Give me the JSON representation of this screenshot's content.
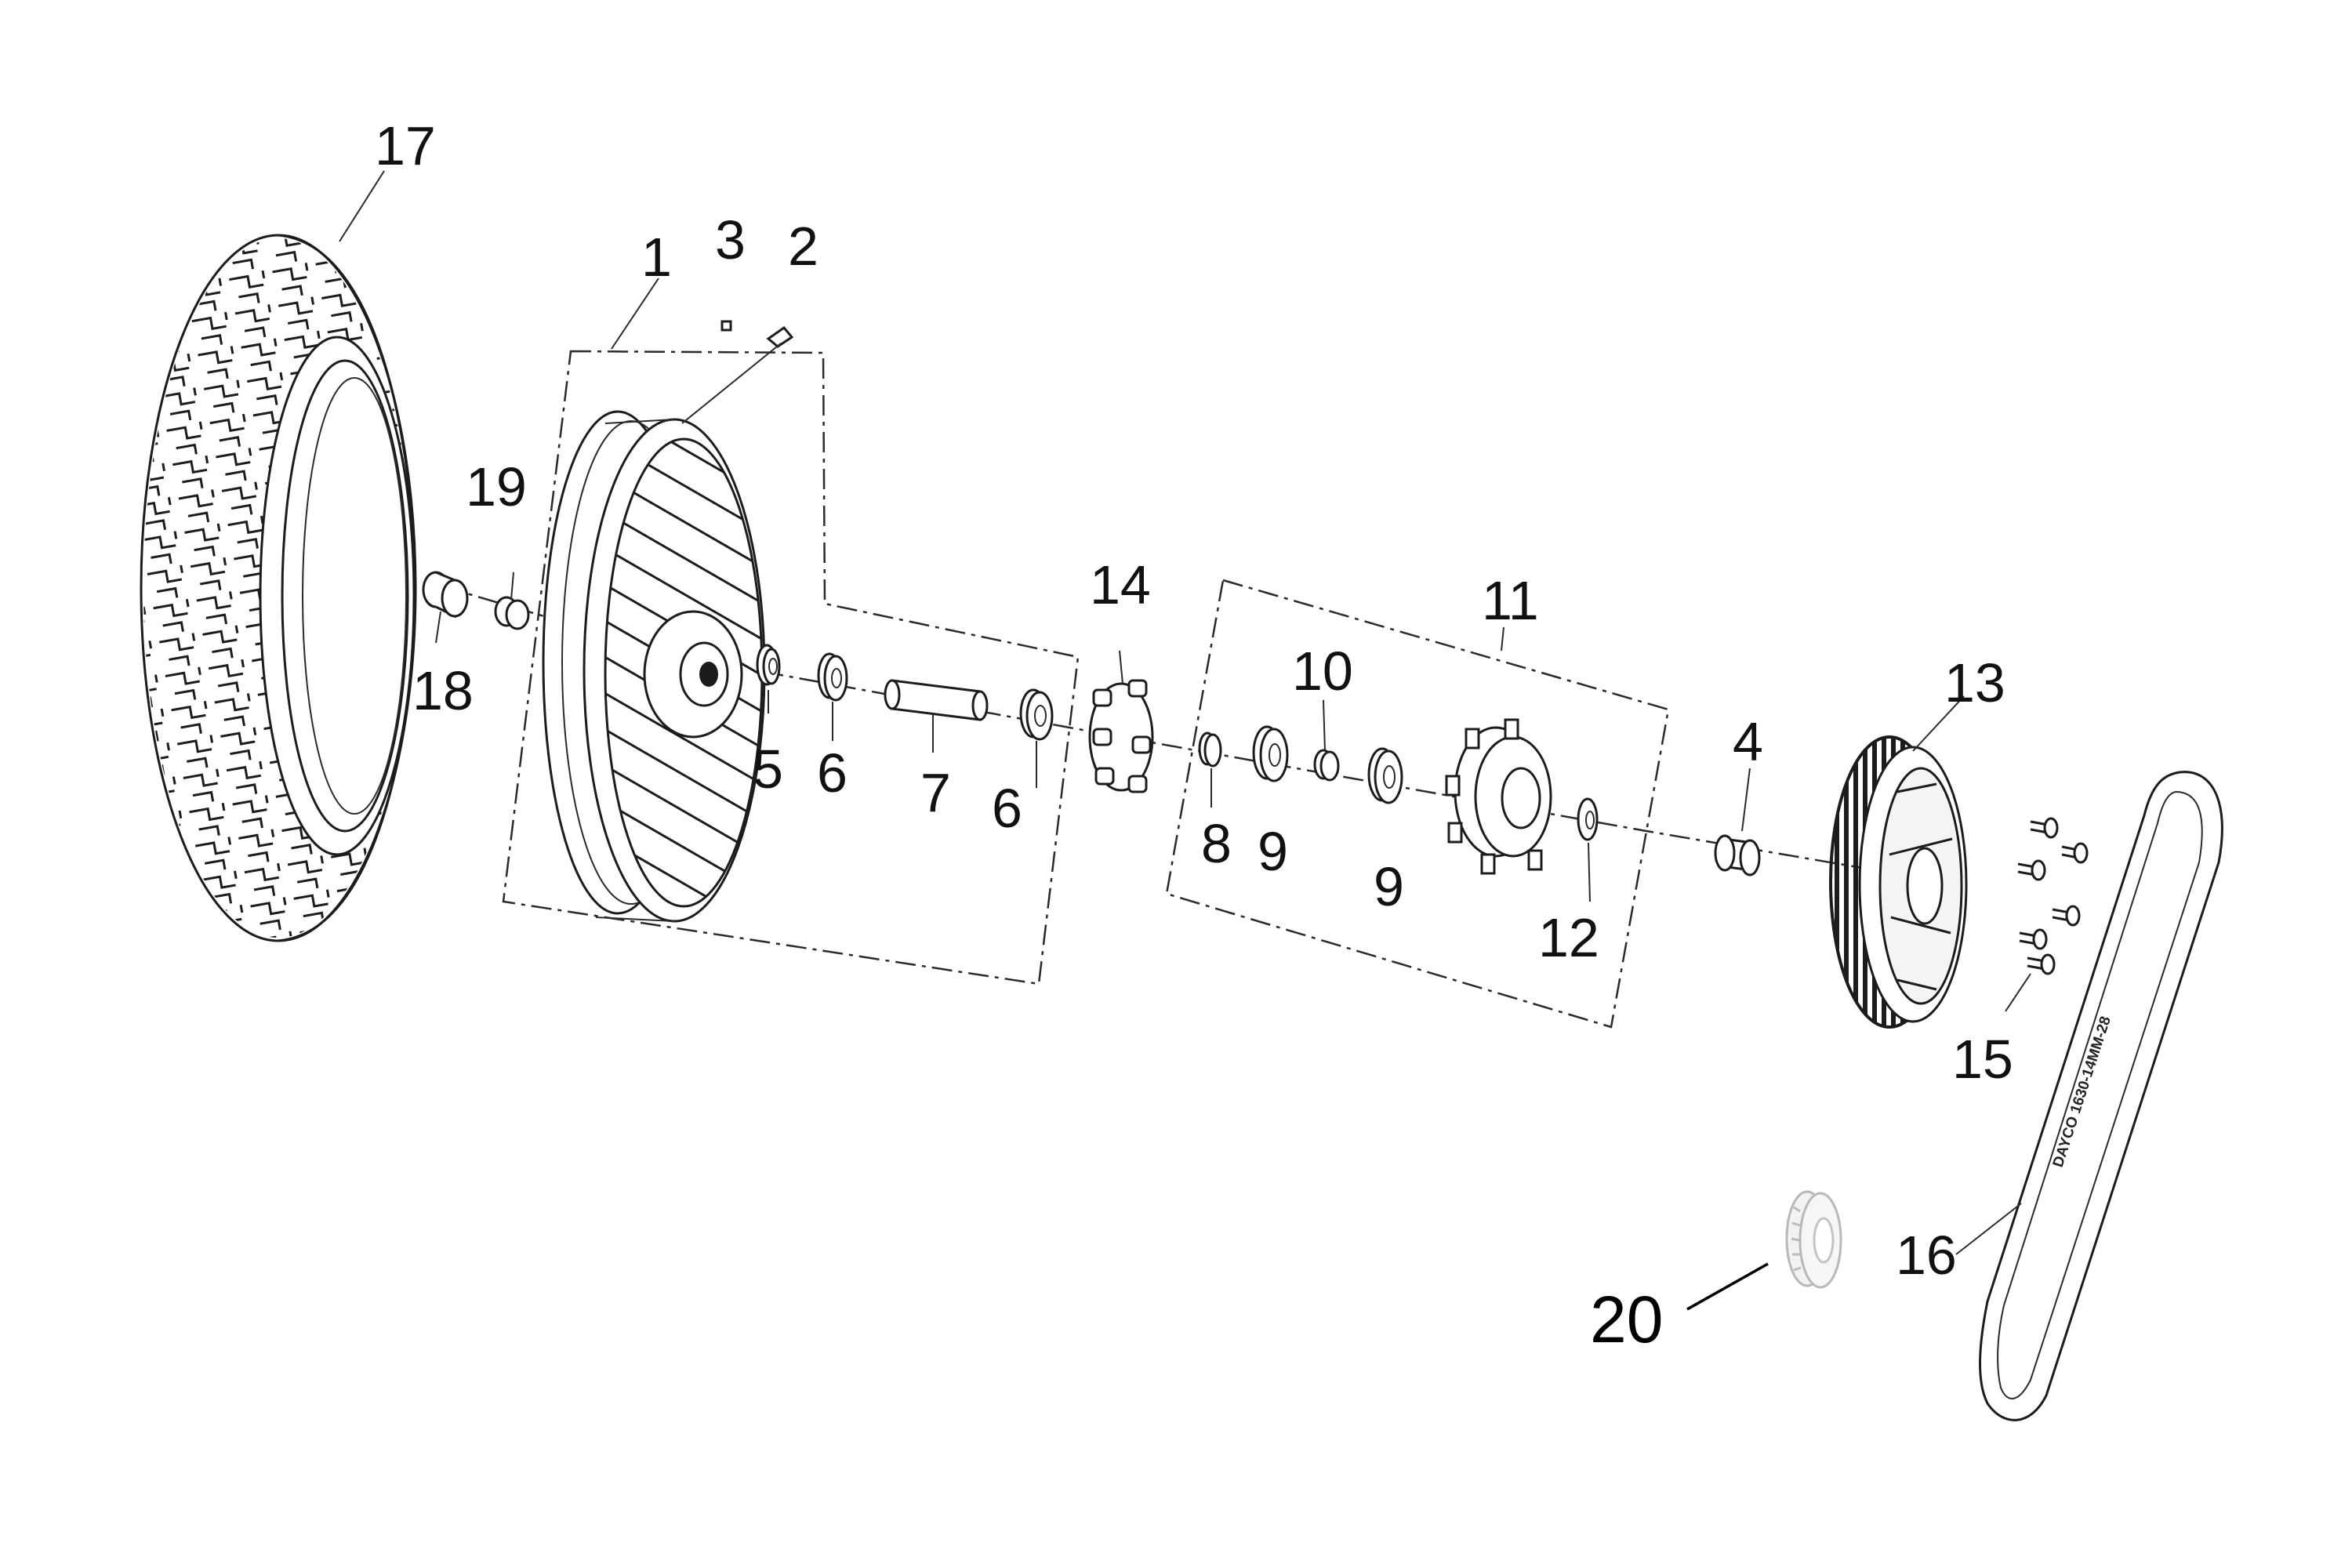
{
  "diagram": {
    "type": "exploded-parts-diagram",
    "labels": [
      {
        "id": "1",
        "text": "1"
      },
      {
        "id": "2",
        "text": "2"
      },
      {
        "id": "3",
        "text": "3"
      },
      {
        "id": "4",
        "text": "4"
      },
      {
        "id": "5",
        "text": "5"
      },
      {
        "id": "6a",
        "text": "6"
      },
      {
        "id": "6b",
        "text": "6"
      },
      {
        "id": "7",
        "text": "7"
      },
      {
        "id": "8",
        "text": "8"
      },
      {
        "id": "9a",
        "text": "9"
      },
      {
        "id": "9b",
        "text": "9"
      },
      {
        "id": "10",
        "text": "10"
      },
      {
        "id": "11",
        "text": "11"
      },
      {
        "id": "12",
        "text": "12"
      },
      {
        "id": "13",
        "text": "13"
      },
      {
        "id": "14",
        "text": "14"
      },
      {
        "id": "15",
        "text": "15"
      },
      {
        "id": "16",
        "text": "16"
      },
      {
        "id": "17",
        "text": "17"
      },
      {
        "id": "18",
        "text": "18"
      },
      {
        "id": "19",
        "text": "19"
      },
      {
        "id": "20",
        "text": "20"
      }
    ],
    "belt_print": "DAYCO 1630-14MM-28"
  }
}
